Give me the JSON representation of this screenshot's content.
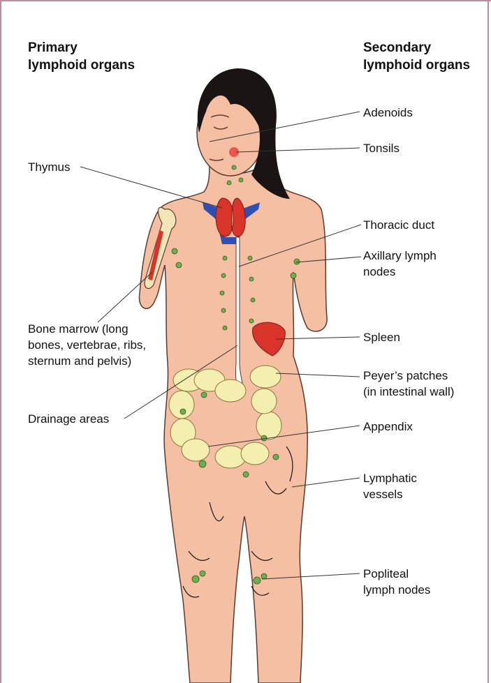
{
  "headers": {
    "primary": [
      "Primary",
      "lymphoid organs"
    ],
    "secondary": [
      "Secondary",
      "lymphoid organs"
    ]
  },
  "labels": {
    "thymus": "Thymus",
    "bone_marrow": [
      "Bone marrow (long",
      "bones, vertebrae, ribs,",
      "sternum and pelvis)"
    ],
    "drainage": "Drainage areas",
    "adenoids": "Adenoids",
    "tonsils": "Tonsils",
    "thoracic_duct": "Thoracic duct",
    "axillary": [
      "Axillary lymph",
      "nodes"
    ],
    "spleen": "Spleen",
    "peyers": [
      "Peyer’s patches",
      "(in intestinal wall)"
    ],
    "appendix": "Appendix",
    "lymphatic": [
      "Lymphatic",
      "vessels"
    ],
    "popliteal": [
      "Popliteal",
      "lymph nodes"
    ]
  },
  "colors": {
    "skin": "#f4bfa3",
    "skin_outline": "#5a3a2e",
    "hair": "#1a1414",
    "organ_red": "#d8342a",
    "vessel_blue": "#2f4fb3",
    "node_green": "#6fb04d",
    "intestine": "#f4eeb0",
    "bone": "#f1e6b8",
    "frame": "#c28b9b"
  }
}
